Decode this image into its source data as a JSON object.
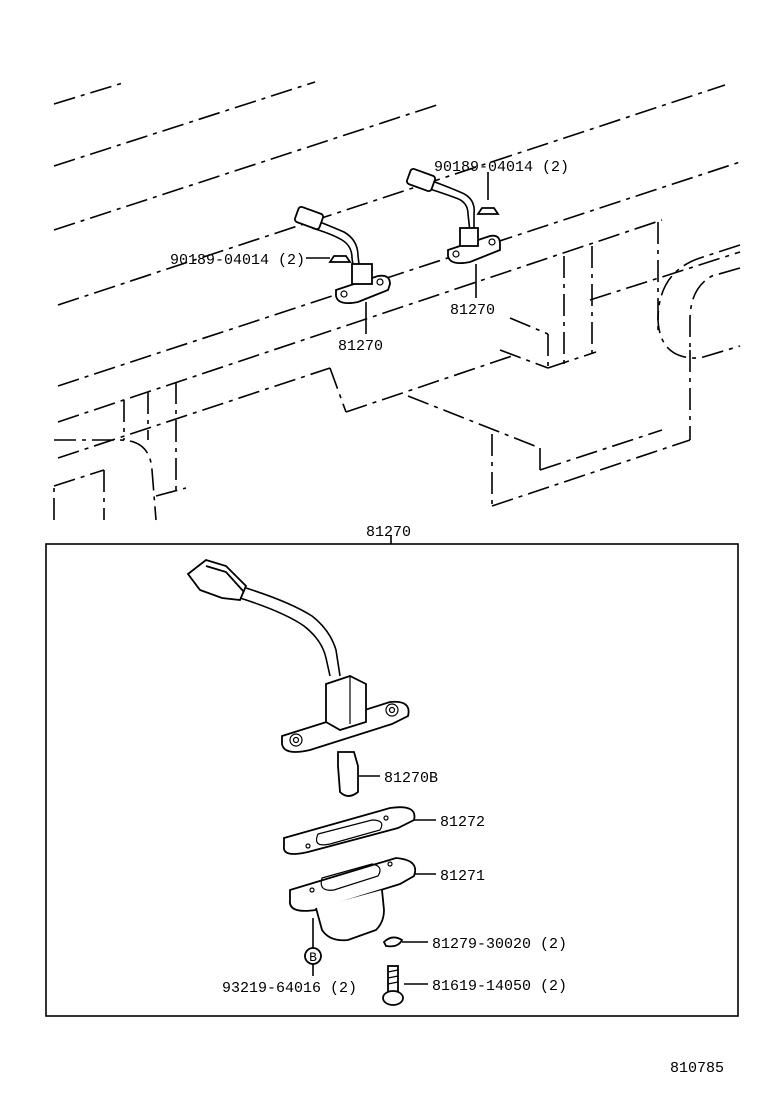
{
  "callouts": {
    "screw_top_right": "90189-04014 (2)",
    "screw_left": "90189-04014 (2)",
    "lamp_right": "81270",
    "lamp_left": "81270",
    "detail_title": "81270",
    "bulb": "81270B",
    "gasket": "81272",
    "lens": "81271",
    "nut": "81279-30020 (2)",
    "bolt": "81619-14050 (2)",
    "clip": "93219-64016 (2)",
    "clip_marker": "B"
  },
  "diagram_number": "810785"
}
